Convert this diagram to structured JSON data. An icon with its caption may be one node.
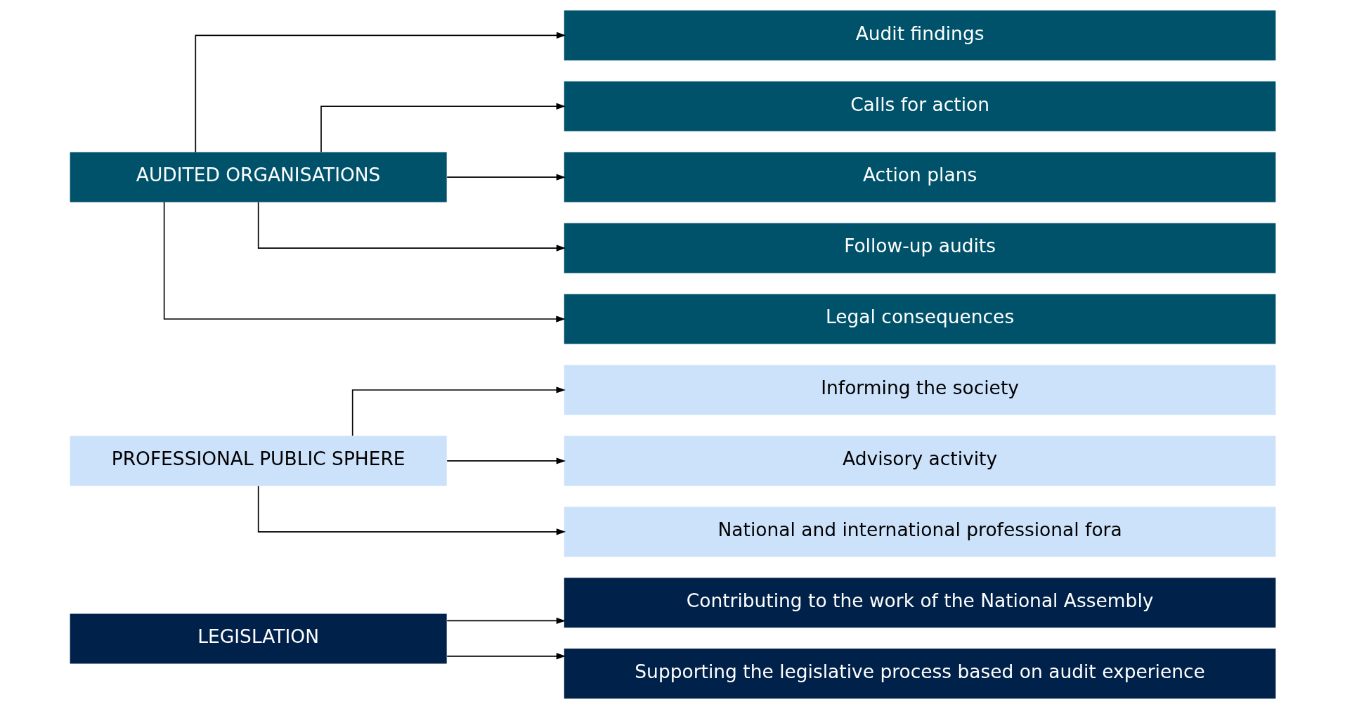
{
  "diagram": {
    "nodes": [
      {
        "text": [
          "LEGISLATION"
        ]
      },
      {
        "text": [
          "Contributing to the work of the National Assembly"
        ]
      },
      {
        "text": [
          "Supporting the legislative process based on audit experience"
        ]
      },
      {
        "text": [
          "PROFESSIONAL PUBLIC SPHERE"
        ]
      },
      {
        "text": [
          "Informing the society"
        ]
      },
      {
        "text": [
          "Advisory activity"
        ]
      },
      {
        "text": [
          "National and international professional fora"
        ]
      },
      {
        "text": [
          "AUDITED ORGANISATIONS"
        ]
      },
      {
        "text": [
          "Audit findings"
        ]
      },
      {
        "text": [
          "Calls for action"
        ]
      },
      {
        "text": [
          "Action plans"
        ]
      },
      {
        "text": [
          "Follow-up audits"
        ]
      },
      {
        "text": [
          "Legal consequences"
        ]
      }
    ],
    "edges": [
      {
        "from": 0,
        "to": 1,
        "arrow": "to"
      },
      {
        "from": 0,
        "to": 2,
        "arrow": "to"
      },
      {
        "from": 3,
        "to": 4,
        "arrow": "to"
      },
      {
        "from": 3,
        "to": 5,
        "arrow": "to"
      },
      {
        "from": 3,
        "to": 6,
        "arrow": "to"
      },
      {
        "from": 7,
        "to": 8,
        "arrow": "to"
      },
      {
        "from": 7,
        "to": 9,
        "arrow": "to"
      },
      {
        "from": 7,
        "to": 10,
        "arrow": "to"
      },
      {
        "from": 7,
        "to": 11,
        "arrow": "to"
      },
      {
        "from": 7,
        "to": 12,
        "arrow": "to"
      }
    ]
  }
}
